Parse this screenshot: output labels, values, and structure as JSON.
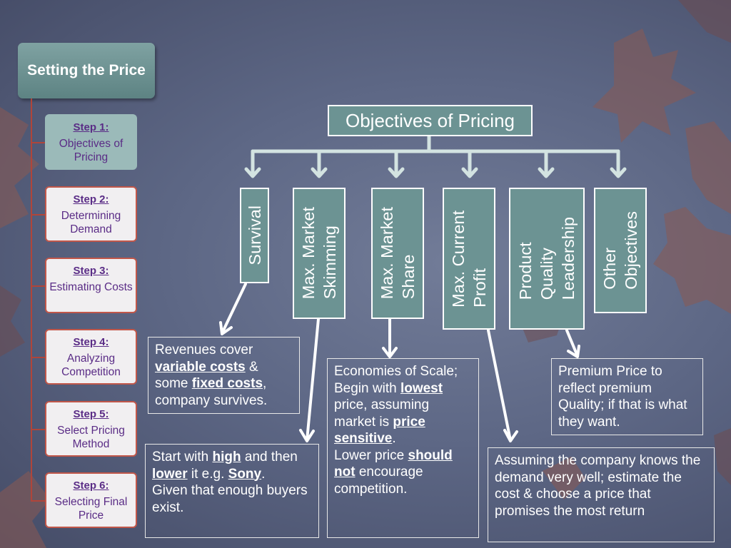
{
  "title": "Setting the Price",
  "steps": [
    {
      "num": "Step 1:",
      "desc": "Objectives of Pricing"
    },
    {
      "num": "Step 2:",
      "desc": "Determining Demand"
    },
    {
      "num": "Step 3:",
      "desc": "Estimating Costs"
    },
    {
      "num": "Step 4:",
      "desc": "Analyzing Competition"
    },
    {
      "num": "Step 5:",
      "desc": "Select Pricing Method"
    },
    {
      "num": "Step 6:",
      "desc": "Selecting Final Price"
    }
  ],
  "objectives": {
    "header": "Objectives of Pricing",
    "items": [
      {
        "label": "Survival"
      },
      {
        "label": "Max. Market\nSkimming"
      },
      {
        "label": "Max. Market\nShare"
      },
      {
        "label": "Max. Current\nProfit"
      },
      {
        "label": "Product\nQuality\nLeadership"
      },
      {
        "label": "Other\nObjectives"
      }
    ]
  },
  "explanations": {
    "survival": [
      "Revenues cover ",
      "variable costs",
      " & some ",
      "fixed costs",
      ", company survives."
    ],
    "skimming": [
      "Start with ",
      "high",
      " and then ",
      "lower",
      " it e.g. ",
      "Sony",
      ".\nGiven that enough buyers exist."
    ],
    "share": [
      "Economies of Scale; Begin with ",
      "lowest",
      " price, assuming market is ",
      "price sensitive",
      ".\nLower price ",
      "should  not",
      " encourage competition."
    ],
    "profit": [
      "Assuming the company knows the demand very well; estimate the cost & choose a price that promises the most return"
    ],
    "quality": [
      "Premium Price to reflect premium Quality; if that is what they want."
    ]
  },
  "colors": {
    "accent": "#6c9393",
    "step_border": "#c1574a",
    "step_text": "#5a2c86",
    "spine": "#b0453a"
  }
}
